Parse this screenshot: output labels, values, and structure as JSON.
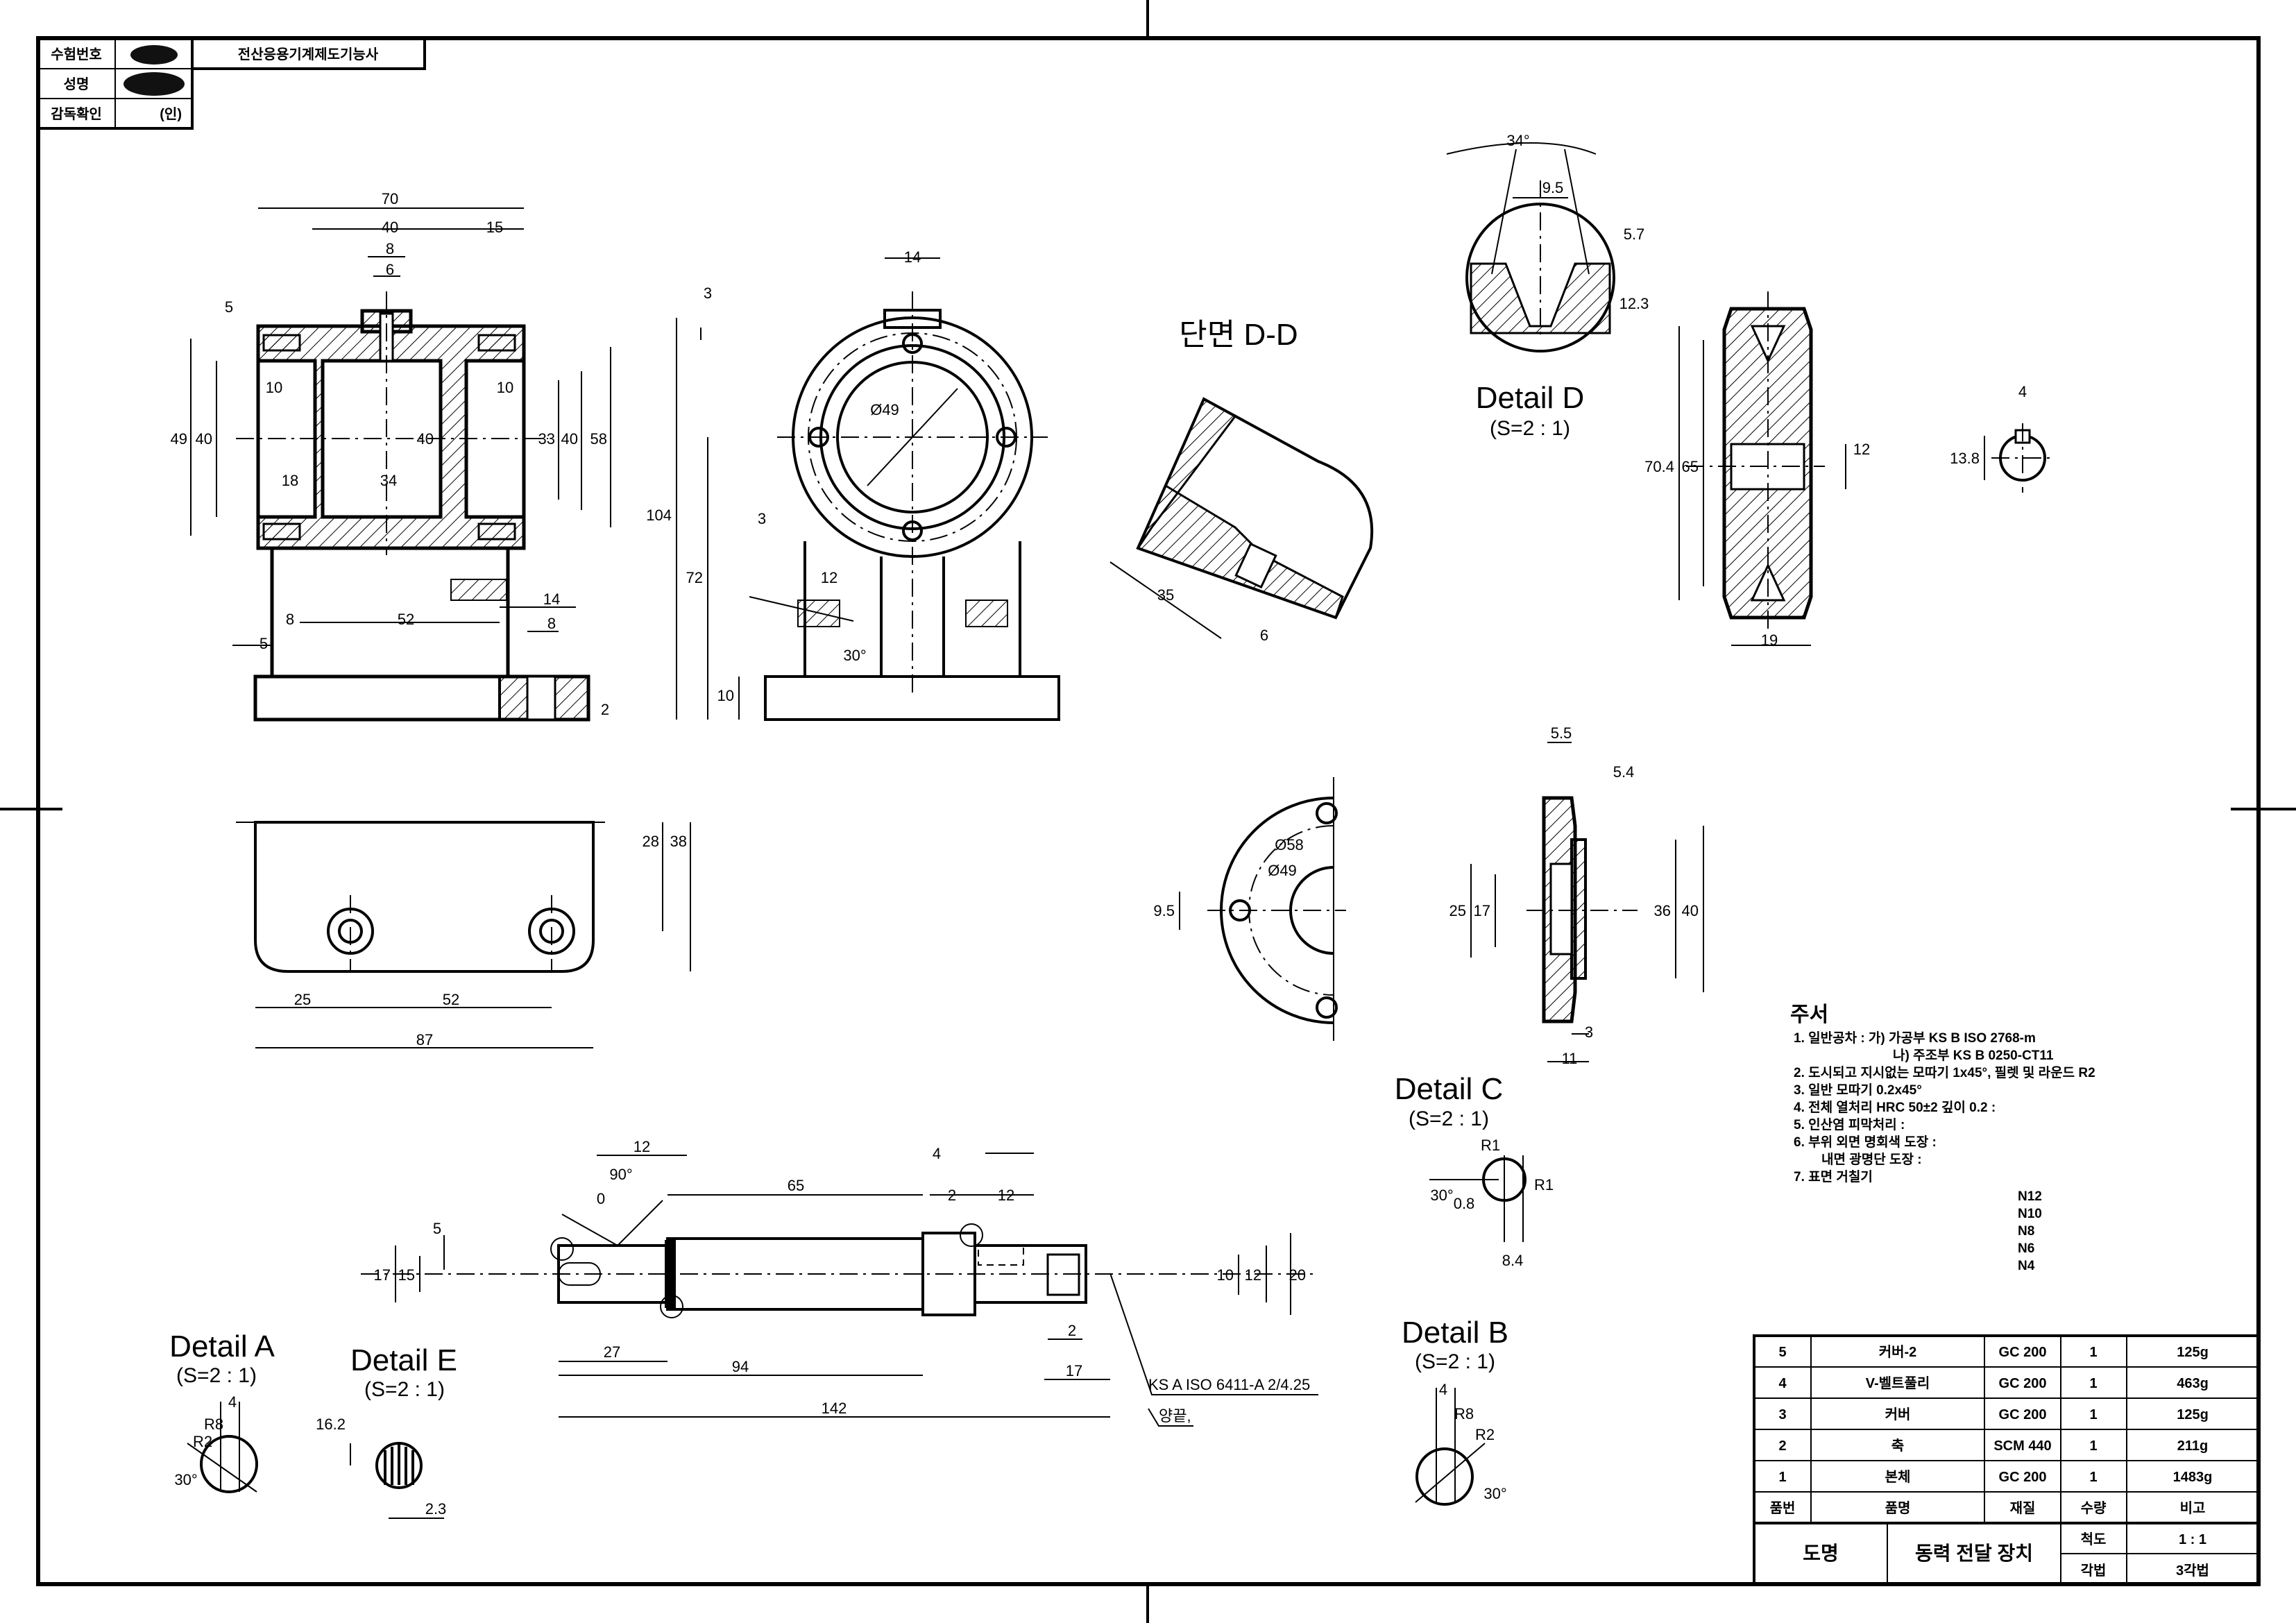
{
  "header": {
    "exam_number_label": "수험번호",
    "name_label": "성명",
    "supervisor_label": "감독확인",
    "seal": "(인)",
    "exam_title": "전산응용기계제도기능사"
  },
  "views": {
    "section_dd": "단면 D-D",
    "details": [
      {
        "title": "Detail D",
        "scale": "(S=2 : 1)"
      },
      {
        "title": "Detail C",
        "scale": "(S=2 : 1)"
      },
      {
        "title": "Detail B",
        "scale": "(S=2 : 1)"
      },
      {
        "title": "Detail A",
        "scale": "(S=2 : 1)"
      },
      {
        "title": "Detail E",
        "scale": "(S=2 : 1)"
      }
    ],
    "spline_callout": "KS A ISO 6411-A 2/4.25",
    "spline_note": "양끝,"
  },
  "dimensions": {
    "v1": [
      "70",
      "40",
      "15",
      "8",
      "6",
      "5",
      "10",
      "10",
      "49",
      "40",
      "40",
      "33",
      "40",
      "58",
      "18",
      "34",
      "8",
      "52",
      "14",
      "8",
      "5",
      "2"
    ],
    "v2": [
      "14",
      "3",
      "104",
      "72",
      "10",
      "3",
      "12",
      "30°",
      "Ø49"
    ],
    "dd": [
      "35",
      "6"
    ],
    "detail_d": [
      "34°",
      "9.5",
      "5.7",
      "12.3"
    ],
    "pulley": [
      "70.4",
      "65",
      "12",
      "19"
    ],
    "keyway": [
      "4",
      "13.8"
    ],
    "plate": [
      "28",
      "38",
      "25",
      "52",
      "87"
    ],
    "cover_front": [
      "9.5",
      "Ø58",
      "Ø49"
    ],
    "cover_side": [
      "5.5",
      "5.4",
      "25",
      "17",
      "36",
      "40",
      "3",
      "11"
    ],
    "detail_c": [
      "R1",
      "R1",
      "30°",
      "0.8",
      "8.4"
    ],
    "shaft": [
      "12",
      "90°",
      "0",
      "65",
      "4",
      "5",
      "2",
      "12",
      "17",
      "15",
      "10",
      "12",
      "20",
      "27",
      "2",
      "94",
      "17",
      "142"
    ],
    "detail_a": [
      "4",
      "R8",
      "R2",
      "30°"
    ],
    "detail_e": [
      "16.2",
      "2.3"
    ],
    "detail_b": [
      "4",
      "R8",
      "R2",
      "30°"
    ]
  },
  "notes": {
    "title": "주서",
    "lines": [
      "1. 일반공차 : 가) 가공부 KS B ISO 2768-m",
      "나) 주조부 KS B 0250-CT11",
      "2. 도시되고 지시없는 모따기 1x45°, 필렛 및 라운드 R2",
      "3. 일반 모따기 0.2x45°",
      "4. 전체 열처리 HRC 50±2 깊이 0.2 :",
      "5. 인산염 피막처리 :",
      "6. 부위 외면 명회색 도장 :",
      "내면 광명단 도장 :",
      "7. 표면 거칠기"
    ],
    "roughness": [
      "N12",
      "N10",
      "N8",
      "N6",
      "N4"
    ]
  },
  "parts_list": {
    "rows": [
      [
        "5",
        "커버-2",
        "GC 200",
        "1",
        "125g"
      ],
      [
        "4",
        "V-벨트풀리",
        "GC 200",
        "1",
        "463g"
      ],
      [
        "3",
        "커버",
        "GC 200",
        "1",
        "125g"
      ],
      [
        "2",
        "축",
        "SCM 440",
        "1",
        "211g"
      ],
      [
        "1",
        "본체",
        "GC 200",
        "1",
        "1483g"
      ]
    ],
    "header": [
      "품번",
      "품명",
      "재질",
      "수량",
      "비고"
    ]
  },
  "title_block": {
    "drawing_name_label": "도명",
    "drawing_name": "동력 전달 장치",
    "scale_label": "척도",
    "scale": "1 : 1",
    "projection_label": "각법",
    "projection": "3각법"
  }
}
